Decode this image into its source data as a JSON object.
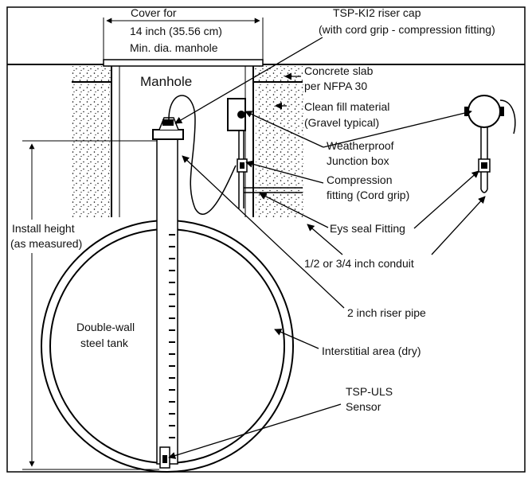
{
  "labels": {
    "cover_line1": "Cover for",
    "cover_line2": "14 inch (35.56 cm)",
    "cover_line3": "Min. dia. manhole",
    "riser_cap_line1": "TSP-KI2 riser cap",
    "riser_cap_line2": "(with cord grip - compression fitting)",
    "manhole": "Manhole",
    "concrete_line1": "Concrete slab",
    "concrete_line2": "per NFPA 30",
    "fill_line1": "Clean fill material",
    "fill_line2": "(Gravel typical)",
    "junction_line1": "Weatherproof",
    "junction_line2": "Junction box",
    "compression_line1": "Compression",
    "compression_line2": "fitting (Cord grip)",
    "seal": "Eys seal Fitting",
    "conduit": "1/2 or 3/4 inch conduit",
    "install_line1": "Install height",
    "install_line2": "(as measured)",
    "riser_pipe": "2 inch riser pipe",
    "tank_line1": "Double-wall",
    "tank_line2": "steel tank",
    "interstitial": "Interstitial area (dry)",
    "sensor_line1": "TSP-ULS",
    "sensor_line2": "Sensor"
  },
  "colors": {
    "ink": "#000000",
    "paper": "#ffffff"
  }
}
